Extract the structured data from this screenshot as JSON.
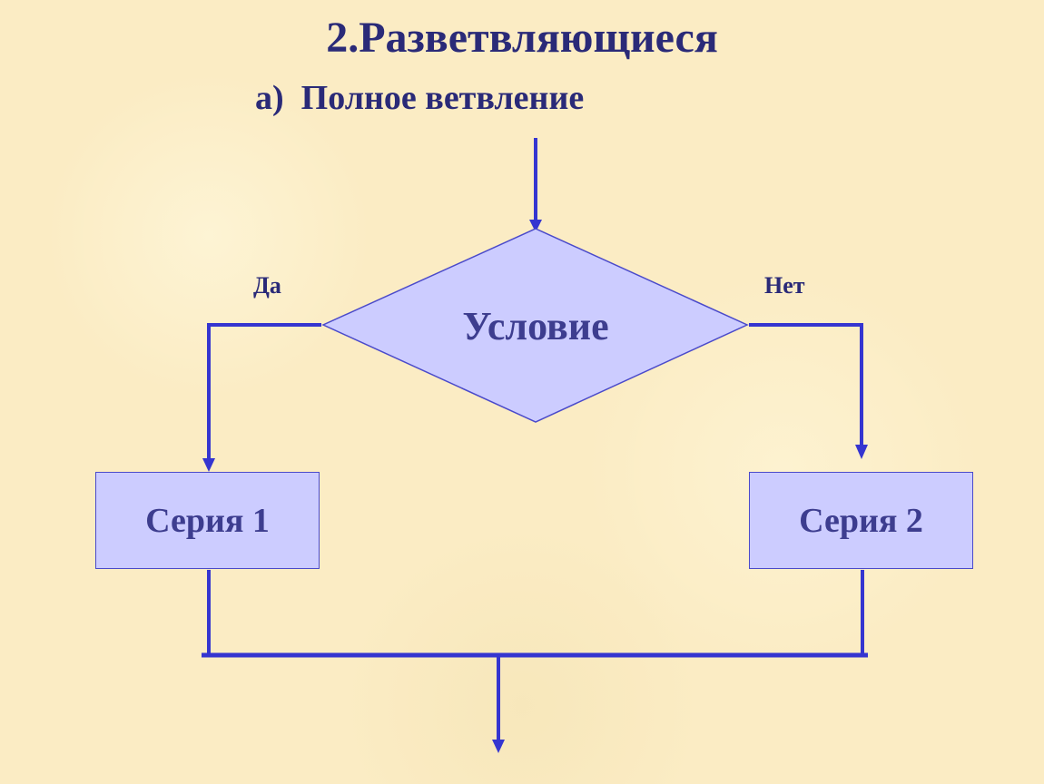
{
  "title": "2.Разветвляющиеся",
  "subtitle": "а)  Полное ветвление",
  "diagram": {
    "condition": "Условие",
    "yes_label": "Да",
    "no_label": "Нет",
    "series_1": "Серия 1",
    "series_2": "Серия 2"
  },
  "colors": {
    "line": "#3535d0",
    "shape_fill": "#ccccff",
    "text": "#2a2a78",
    "background": "#fbecc4"
  }
}
